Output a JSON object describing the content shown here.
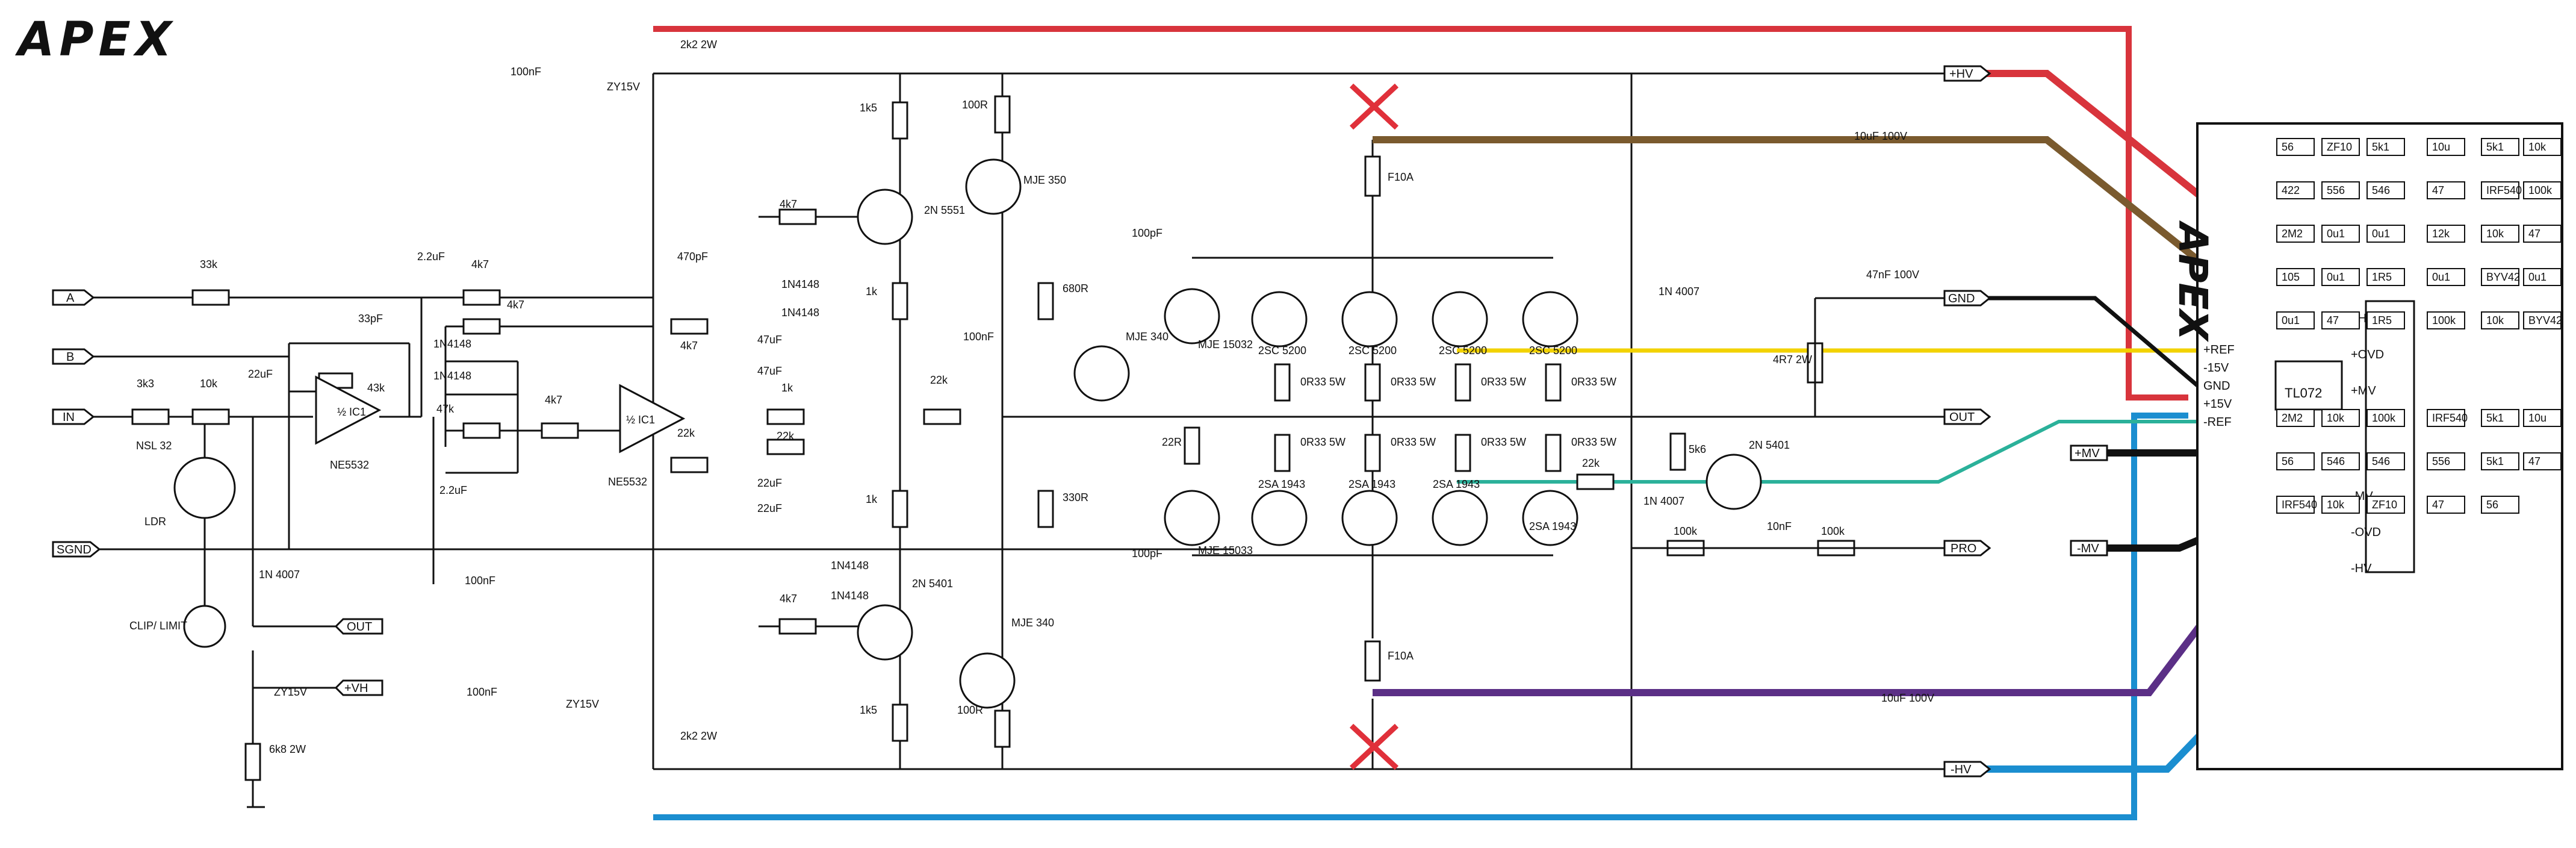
{
  "logo": {
    "text": "APEX"
  },
  "colors": {
    "hv_pos": "#d8343c",
    "hv_neg": "#1b8ed0",
    "ovd_pos": "#7a5a2e",
    "ovd_neg": "#5b2f86",
    "ref_pos": "#f2d200",
    "ref_neg": "#2bb19a",
    "gnd": "#111111",
    "mv": "#111111"
  },
  "nets": {
    "A": "A",
    "B": "B",
    "IN": "IN",
    "SGND": "SGND",
    "OUT_small": "OUT",
    "VH": "+VH",
    "GND": "GND",
    "OUT": "OUT",
    "PRO": "PRO",
    "HV_pos": "+HV",
    "HV_neg": "-HV",
    "MV_pos": "+MV",
    "MV_neg": "-MV"
  },
  "components": [
    {
      "id": "R3",
      "value": "33k"
    },
    {
      "id": "R1",
      "value": "3k3"
    },
    {
      "id": "R2",
      "value": "10k"
    },
    {
      "id": "C1",
      "value": "22uF"
    },
    {
      "id": "C2",
      "value": "33pF"
    },
    {
      "id": "R4",
      "value": "43k"
    },
    {
      "id": "IC1a",
      "value": "½ IC1",
      "sub": "NE5532"
    },
    {
      "id": "LDR",
      "value": "NSL 32"
    },
    {
      "id": "D7",
      "value": "1N 4007"
    },
    {
      "id": "Z3",
      "value": "ZY15V"
    },
    {
      "id": "R26",
      "value": "6k8 2W"
    },
    {
      "id": "C3",
      "value": "2.2uF"
    },
    {
      "id": "R7",
      "value": "4k7"
    },
    {
      "id": "R6",
      "value": "4k7"
    },
    {
      "id": "D2",
      "value": "1N4148"
    },
    {
      "id": "D1",
      "value": "1N4148"
    },
    {
      "id": "R5",
      "value": "47k"
    },
    {
      "id": "C4",
      "value": "2.2uF"
    },
    {
      "id": "C_sgnd",
      "value": "100nF"
    },
    {
      "id": "R8",
      "value": "4k7"
    },
    {
      "id": "C5",
      "value": "470pF"
    },
    {
      "id": "R9",
      "value": "4k7"
    },
    {
      "id": "C6",
      "value": "47uF"
    },
    {
      "id": "C7",
      "value": "47uF"
    },
    {
      "id": "IC1b",
      "value": "½ IC1",
      "sub": "NE5532"
    },
    {
      "id": "R10",
      "value": "22k"
    },
    {
      "id": "R12",
      "value": "1k"
    },
    {
      "id": "R11",
      "value": "22k"
    },
    {
      "id": "C8",
      "value": "22uF"
    },
    {
      "id": "C9",
      "value": "22uF"
    },
    {
      "id": "C12",
      "value": "100nF"
    },
    {
      "id": "Z2",
      "value": "ZY15V"
    },
    {
      "id": "R25",
      "value": "2k2 2W"
    },
    {
      "id": "C11",
      "value": "100nF"
    },
    {
      "id": "Z1",
      "value": "ZY15V"
    },
    {
      "id": "R24",
      "value": "2k2 2W"
    },
    {
      "id": "R14",
      "value": "4k7"
    },
    {
      "id": "R13",
      "value": "4k7"
    },
    {
      "id": "D6",
      "value": "1N4148"
    },
    {
      "id": "D5",
      "value": "1N4148"
    },
    {
      "id": "D4",
      "value": "1N4148"
    },
    {
      "id": "D3",
      "value": "1N4148"
    },
    {
      "id": "R18",
      "value": "1k5"
    },
    {
      "id": "R16",
      "value": "1k"
    },
    {
      "id": "R15",
      "value": "1k"
    },
    {
      "id": "R17",
      "value": "1k5"
    },
    {
      "id": "Q2",
      "value": "2N 5551"
    },
    {
      "id": "Q1",
      "value": "2N 5401"
    },
    {
      "id": "R19",
      "value": "22k"
    },
    {
      "id": "R21",
      "value": "100R"
    },
    {
      "id": "Q4",
      "value": "MJE 350"
    },
    {
      "id": "Q3",
      "value": "MJE 340"
    },
    {
      "id": "R20",
      "value": "100R"
    },
    {
      "id": "C10",
      "value": "100nF"
    },
    {
      "id": "R22",
      "value": "680R"
    },
    {
      "id": "R23",
      "value": "330R"
    },
    {
      "id": "Q5",
      "value": "MJE 340"
    },
    {
      "id": "C_top",
      "value": "100pF"
    },
    {
      "id": "C_bot",
      "value": "100pF"
    },
    {
      "id": "Q_mje15032",
      "value": "MJE 15032"
    },
    {
      "id": "Q_mje15033",
      "value": "MJE 15033"
    },
    {
      "id": "R27",
      "value": "22R"
    },
    {
      "id": "Q_2sc5200",
      "value": "2SC 5200"
    },
    {
      "id": "Q_2sa1943",
      "value": "2SA 1943"
    },
    {
      "id": "R_emit",
      "value": "0R33 5W"
    },
    {
      "id": "F_top",
      "value": "F10A"
    },
    {
      "id": "F_bot",
      "value": "F10A"
    },
    {
      "id": "D_1n4007_top",
      "value": "1N 4007"
    },
    {
      "id": "D_1n4007_bot",
      "value": "1N 4007"
    },
    {
      "id": "C_hv_top",
      "value": "10uF 100V"
    },
    {
      "id": "C_hv_bot",
      "value": "10uF 100V"
    },
    {
      "id": "C_47n",
      "value": "47nF 100V"
    },
    {
      "id": "R_4r7",
      "value": "4R7 2W"
    },
    {
      "id": "R_22k_pro",
      "value": "22k"
    },
    {
      "id": "R_5k6",
      "value": "5k6"
    },
    {
      "id": "Q_pro",
      "value": "2N 5401"
    },
    {
      "id": "R_100k_a",
      "value": "100k"
    },
    {
      "id": "C_10n",
      "value": "10nF"
    },
    {
      "id": "R_100k_b",
      "value": "100k"
    }
  ],
  "clip_label": "CLIP/ LIMIT",
  "board": {
    "logo": "APEX",
    "pins": [
      "+HV",
      "+OVD",
      "+MV",
      "-MV",
      "-OVD",
      "-HV"
    ],
    "left_pins": [
      "+REF",
      "-15V",
      "GND",
      "+15V",
      "-REF"
    ],
    "ic": "TL072",
    "parts": [
      "56",
      "ZF10",
      "5k1",
      "10u",
      "5k1",
      "10k",
      "422",
      "556",
      "546",
      "47",
      "IRF540",
      "100k",
      "2M2",
      "0u1",
      "0u1",
      "12k",
      "10k",
      "47",
      "105",
      "0u1",
      "1R5",
      "0u1",
      "BYV42",
      "0u1",
      "0u1",
      "47",
      "1R5",
      "100k",
      "10k",
      "BYV42",
      "2M2",
      "10k",
      "100k",
      "IRF540",
      "5k1",
      "10u",
      "56",
      "546",
      "546",
      "556",
      "5k1",
      "47",
      "IRF540",
      "10k",
      "ZF10",
      "47",
      "56"
    ]
  }
}
